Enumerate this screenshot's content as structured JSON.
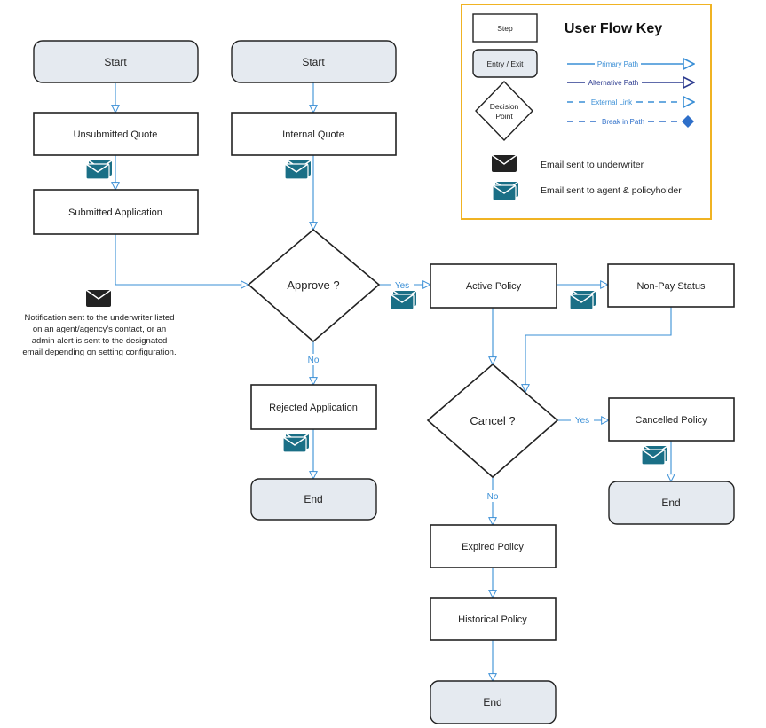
{
  "nodes": {
    "start_left": "Start",
    "start_right": "Start",
    "unsubmitted_quote": "Unsubmitted Quote",
    "internal_quote": "Internal Quote",
    "submitted_application": "Submitted Application",
    "approve": "Approve ?",
    "rejected_application": "Rejected Application",
    "end_rejected": "End",
    "active_policy": "Active Policy",
    "non_pay_status": "Non-Pay Status",
    "cancel": "Cancel ?",
    "cancelled_policy": "Cancelled Policy",
    "end_cancelled": "End",
    "expired_policy": "Expired Policy",
    "historical_policy": "Historical Policy",
    "end_historical": "End"
  },
  "edge_labels": {
    "approve_yes": "Yes",
    "approve_no": "No",
    "cancel_yes": "Yes",
    "cancel_no": "No"
  },
  "notification_note": [
    "Notification sent to the underwriter listed",
    "on an agent/agency's contact, or an",
    "admin alert is sent to the designated",
    "email depending on setting configuration."
  ],
  "key": {
    "title": "User Flow Key",
    "step": "Step",
    "entry_exit": "Entry / Exit",
    "decision_line1": "Decision",
    "decision_line2": "Point",
    "primary_path": "Primary Path",
    "alternative_path": "Alternative Path",
    "external_link": "External Link",
    "break_in_path": "Break in Path",
    "email_underwriter": "Email sent to underwriter",
    "email_agent": "Email sent to agent & policyholder"
  },
  "colors": {
    "primary_path": "#3a8fd6",
    "alternative_path": "#2b3a8f",
    "external_link": "#3a8fd6",
    "break_in_path": "#2e6fc9",
    "key_border": "#f0b323",
    "entry_fill": "#e5eaf0",
    "email_teal": "#1a6f86",
    "email_black": "#222222"
  }
}
